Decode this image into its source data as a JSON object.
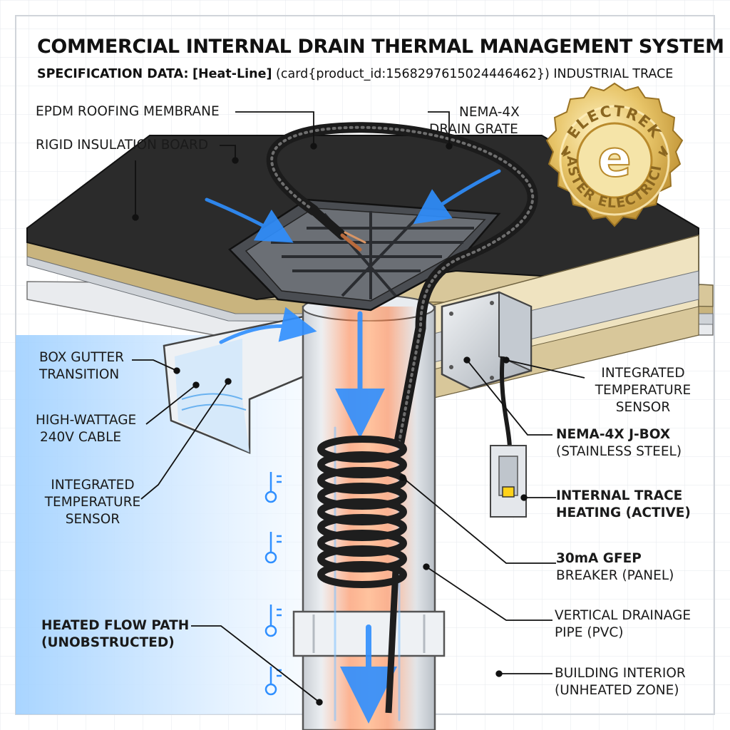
{
  "header": {
    "title": "COMMERCIAL INTERNAL DRAIN THERMAL MANAGEMENT SYSTEM",
    "subtitle_prefix": "SPECIFICATION DATA:",
    "subtitle_product": "[Heat-Line]",
    "subtitle_suffix": "(card{product_id:1568297615024446462}) INDUSTRIAL TRACE"
  },
  "badge": {
    "top_text": "ELECTREK",
    "bottom_text": "MASTER ELECTRICIAN",
    "letter": "e",
    "colors": {
      "gold_light": "#f3dc8e",
      "gold_dark": "#b98a2c"
    }
  },
  "labels": {
    "epdm": "EPDM ROOFING MEMBRANE",
    "rigid": "RIGID INSULATION BOARD",
    "grate_1": "NEMA-4X",
    "grate_2": "DRAIN GRATE",
    "box_1": "BOX GUTTER",
    "box_2": "TRANSITION",
    "cable_1": "HIGH-WATTAGE",
    "cable_2": "240V CABLE",
    "sensor_left_1": "INTEGRATED",
    "sensor_left_2": "TEMPERATURE",
    "sensor_left_3": "SENSOR",
    "sensor_right_1": "INTEGRATED",
    "sensor_right_2": "TEMPERATURE",
    "sensor_right_3": "SENSOR",
    "jbox_1": "NEMA-4X J-BOX",
    "jbox_2": "(STAINLESS STEEL)",
    "trace_1": "INTERNAL TRACE",
    "trace_2": "HEATING (ACTIVE)",
    "gfep_1": "30mA GFEP",
    "gfep_2": "BREAKER (PANEL)",
    "pipe_1": "VERTICAL DRAINAGE",
    "pipe_2": "PIPE (PVC)",
    "flow_1": "HEATED FLOW PATH",
    "flow_2": "(UNOBSTRUCTED)",
    "interior_1": "BUILDING INTERIOR",
    "interior_2": "(UNHEATED ZONE)"
  },
  "icons": [
    "thermometer-icon",
    "thermometer-icon",
    "thermometer-icon",
    "thermometer-icon"
  ],
  "colors": {
    "membrane": "#2b2b2b",
    "insulation": "#d8c79a",
    "flow_blue": "#2f8fff",
    "heat_orange": "#ff7a3d",
    "breaker_yellow": "#ffd21a"
  }
}
